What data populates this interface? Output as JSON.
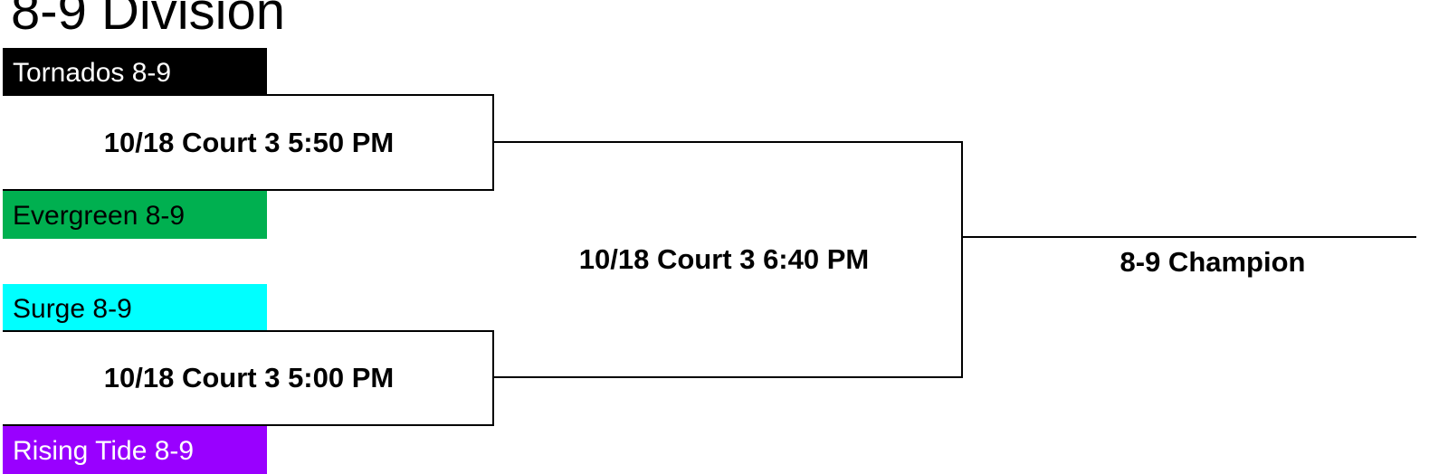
{
  "title": "8-9 Division",
  "teams": [
    {
      "name": "Tornados 8-9",
      "bg": "#000000",
      "fg": "#ffffff"
    },
    {
      "name": "Evergreen 8-9",
      "bg": "#00b050",
      "fg": "#000000"
    },
    {
      "name": "Surge 8-9",
      "bg": "#00ffff",
      "fg": "#000000"
    },
    {
      "name": "Rising Tide 8-9",
      "bg": "#9900ff",
      "fg": "#ffffff"
    }
  ],
  "games": {
    "semifinal_top": "10/18 Court 3 5:50 PM",
    "semifinal_bottom": "10/18 Court 3 5:00 PM",
    "final": "10/18 Court 3 6:40 PM"
  },
  "champion": "8-9 Champion"
}
